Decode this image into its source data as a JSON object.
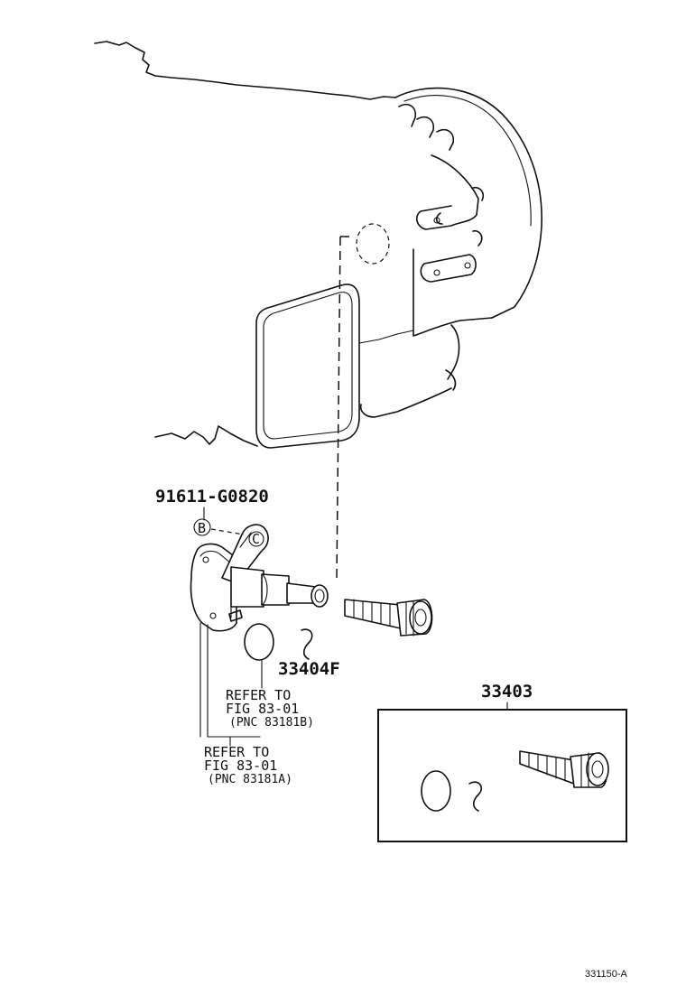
{
  "labels": {
    "bolt_part_number": "91611-G0820",
    "clip_part_number": "33404F",
    "kit_part_number": "33403",
    "callout_b": "B",
    "callout_c": "C",
    "figure_id": "331150-A"
  },
  "refer_b": {
    "line1": "REFER TO",
    "line2": "FIG 83-01",
    "line3": "(PNC 83181B)"
  },
  "refer_a": {
    "line1": "REFER TO",
    "line2": "FIG 83-01",
    "line3": "(PNC 83181A)"
  }
}
